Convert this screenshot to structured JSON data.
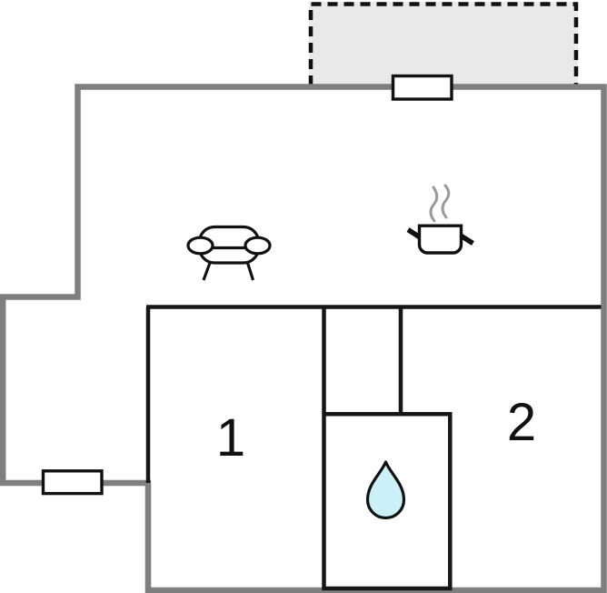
{
  "floorplan": {
    "kind": "house-floor-plan",
    "rooms": [
      {
        "id": "room-1",
        "label": "1"
      },
      {
        "id": "room-2",
        "label": "2"
      }
    ],
    "icons": [
      "sofa-icon",
      "cooking-pot-icon",
      "steam-icon",
      "water-drop-icon"
    ],
    "markers": [
      "window-marker-top",
      "window-marker-left",
      "terrace-dashed-area"
    ],
    "colors": {
      "outer_wall": "#7f7f7f",
      "interior_wall": "#161616",
      "terrace_fill": "#e9e9e9",
      "dashed_border": "#111111",
      "window_fill": "#ffffff",
      "water_drop_fill": "#ccf0f7",
      "steam": "#9a9a9a",
      "background": "#ffffff"
    }
  }
}
